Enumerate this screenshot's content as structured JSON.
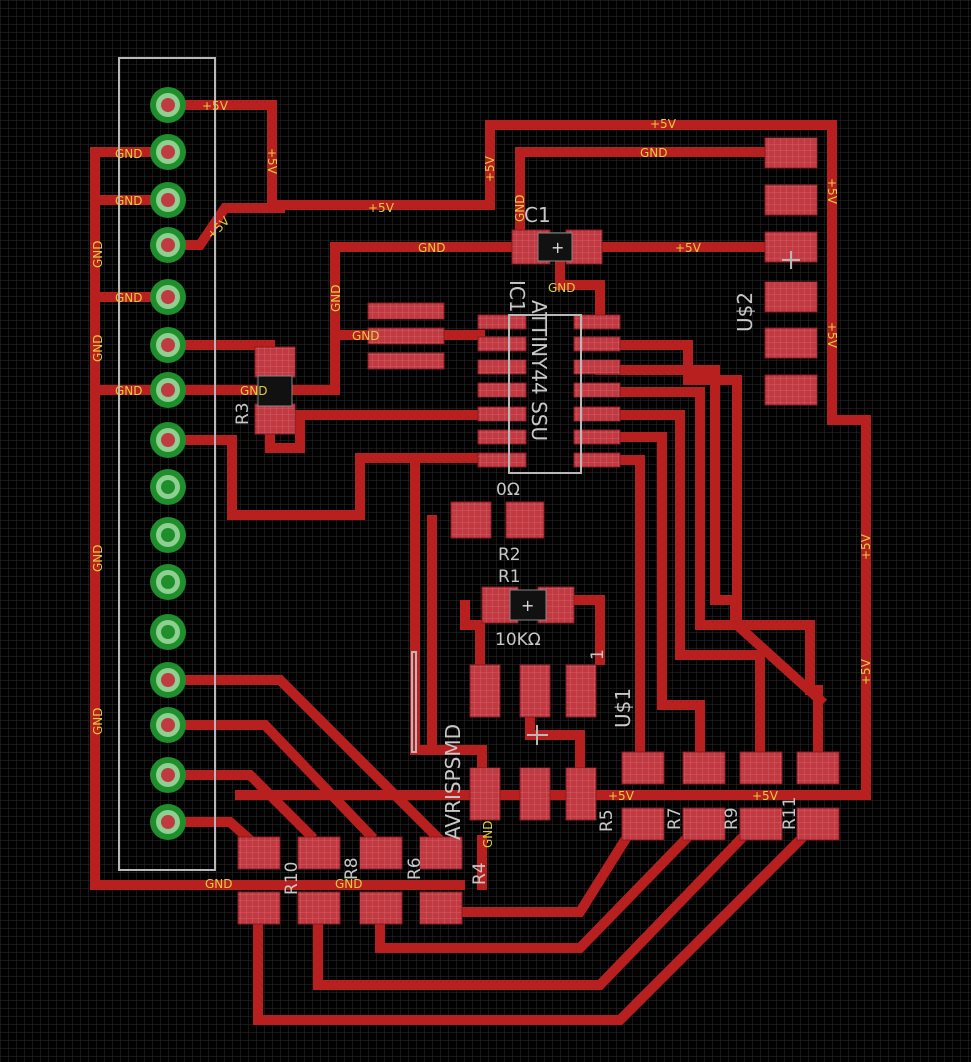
{
  "board": {
    "background_color": "#000000",
    "grid_color": "#2f2f2f",
    "trace_color": "#b81f1f",
    "pad_color": "#c13a42",
    "silkscreen_color": "#b8b8b8",
    "net_label_color": "#e2cf3c",
    "via_color": "#1f8f2c"
  },
  "net_labels": {
    "p5v_header": "+5V",
    "p5v_vertical_a": "+5V",
    "p5v_diag": "+5V",
    "p5v_mid": "+5V",
    "p5v_top": "+5V",
    "p5v_vert_top": "+5V",
    "p5v_c1_right": "+5V",
    "p5v_right_1": "+5V",
    "p5v_right_2": "+5V",
    "p5v_right_3": "+5V",
    "p5v_right_4": "+5V",
    "p5v_bottom": "+5V",
    "p5v_bottom_2": "+5V",
    "gnd_top": "GND",
    "gnd_vert": "GND",
    "gnd_c1": "GND",
    "gnd_ic": "GND",
    "gnd_left_vert": "GND",
    "gnd_hdr_1": "GND",
    "gnd_hdr_2": "GND",
    "gnd_left_1": "GND",
    "gnd_hdr_3": "GND",
    "gnd_left_2": "GND",
    "gnd_hdr_4": "GND",
    "gnd_left_3": "GND",
    "gnd_left_4": "GND",
    "gnd_bottom": "GND",
    "gnd_bottom_2": "GND",
    "gnd_r4": "GND",
    "gnd_vert_2": "GND",
    "gnd_pad_small": "GND"
  },
  "parts": {
    "c1": "C1",
    "ic1": "IC1",
    "ic1_value": "ATTINY44 SSU",
    "us2": "U$2",
    "us1": "U$1",
    "r1": "R1",
    "r1_value": "10KΩ",
    "r2": "R2",
    "r2_value": "0Ω",
    "r3": "R3",
    "r4": "R4",
    "r5": "R5",
    "r6": "R6",
    "r7": "R7",
    "r8": "R8",
    "r9": "R9",
    "r10": "R10",
    "r11": "R11",
    "avrisp": "AVRISPSMD",
    "pin1": "1"
  }
}
